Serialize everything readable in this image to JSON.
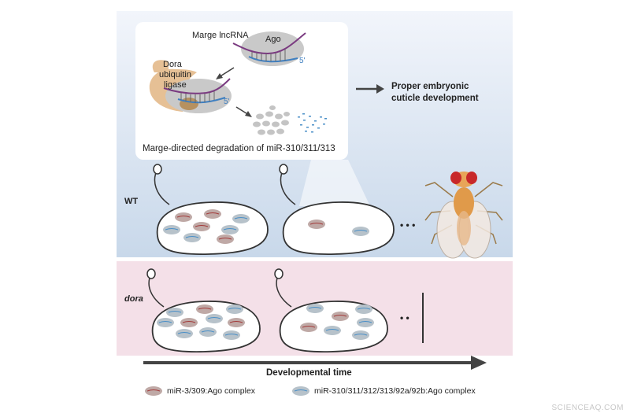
{
  "inset": {
    "marge_lncrna": "Marge lncRNA",
    "ago": "Ago",
    "five_prime": "5'",
    "dora_line1": "Dora",
    "dora_line2": "ubiquitin",
    "dora_line3": "ligase",
    "caption": "Marge-directed degradation of miR-310/311/313"
  },
  "outcome": {
    "line1": "Proper embryonic",
    "line2": "cuticle development"
  },
  "wt_label": "WT",
  "dora_label": "dora",
  "ellipsis": "• • •",
  "dora_ellipsis": "• •",
  "time_axis_label": "Developmental time",
  "legend": {
    "item1": "miR-3/309:Ago complex",
    "item2": "miR-310/311/312/313/92a/92b:Ago complex"
  },
  "watermark": "SCIENCEAQ.COM",
  "colors": {
    "wt_panel_top": "#eef2f9",
    "wt_panel_bottom": "#c9d9ea",
    "dora_panel": "#f3dfe8",
    "complex_brown": "#bfa9a6",
    "complex_gray": "#b7c2ca",
    "dora_ligase": "#e8c49a",
    "rna_red": "#a33a3a",
    "rna_blue": "#4a8fc7"
  }
}
